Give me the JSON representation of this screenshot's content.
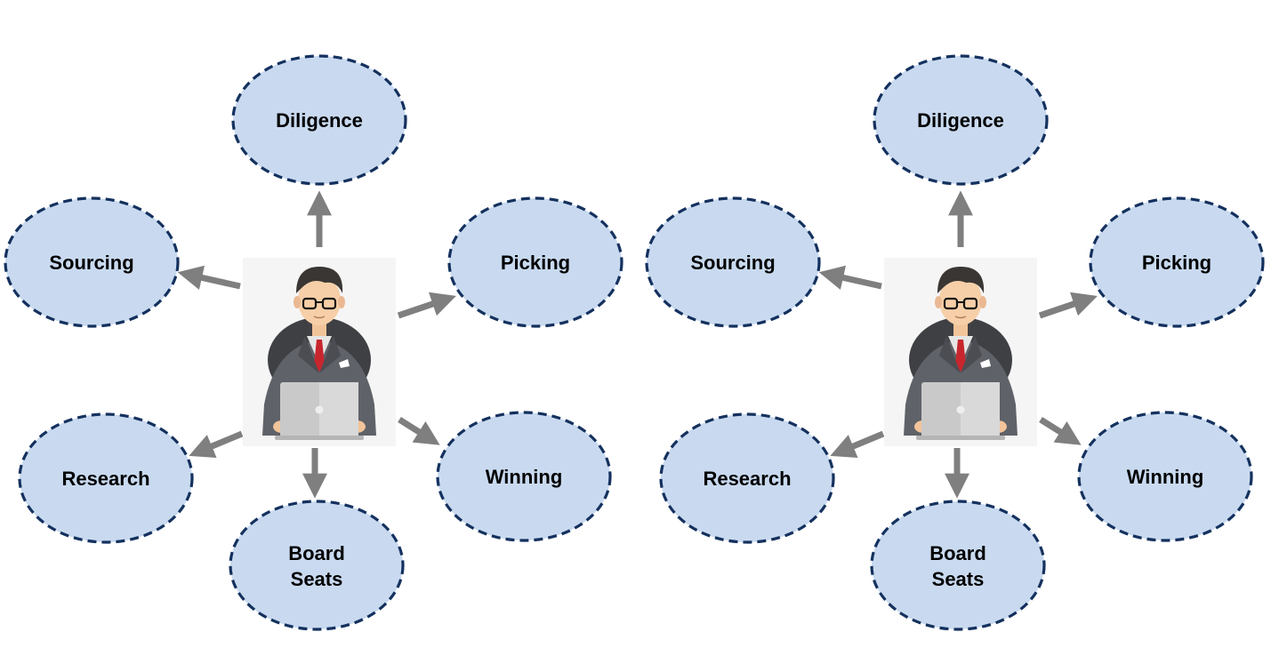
{
  "colors": {
    "node_fill": "#c9daf0",
    "node_border": "#14315e",
    "arrow": "#7f7f7f",
    "background": "#ffffff"
  },
  "central_icon": "businessman-at-laptop-icon",
  "clusters": [
    {
      "nodes": {
        "diligence": "Diligence",
        "sourcing": "Sourcing",
        "picking": "Picking",
        "research": "Research",
        "winning": "Winning",
        "board_seats_line1": "Board",
        "board_seats_line2": "Seats"
      }
    },
    {
      "nodes": {
        "diligence": "Diligence",
        "sourcing": "Sourcing",
        "picking": "Picking",
        "research": "Research",
        "winning": "Winning",
        "board_seats_line1": "Board",
        "board_seats_line2": "Seats"
      }
    }
  ]
}
